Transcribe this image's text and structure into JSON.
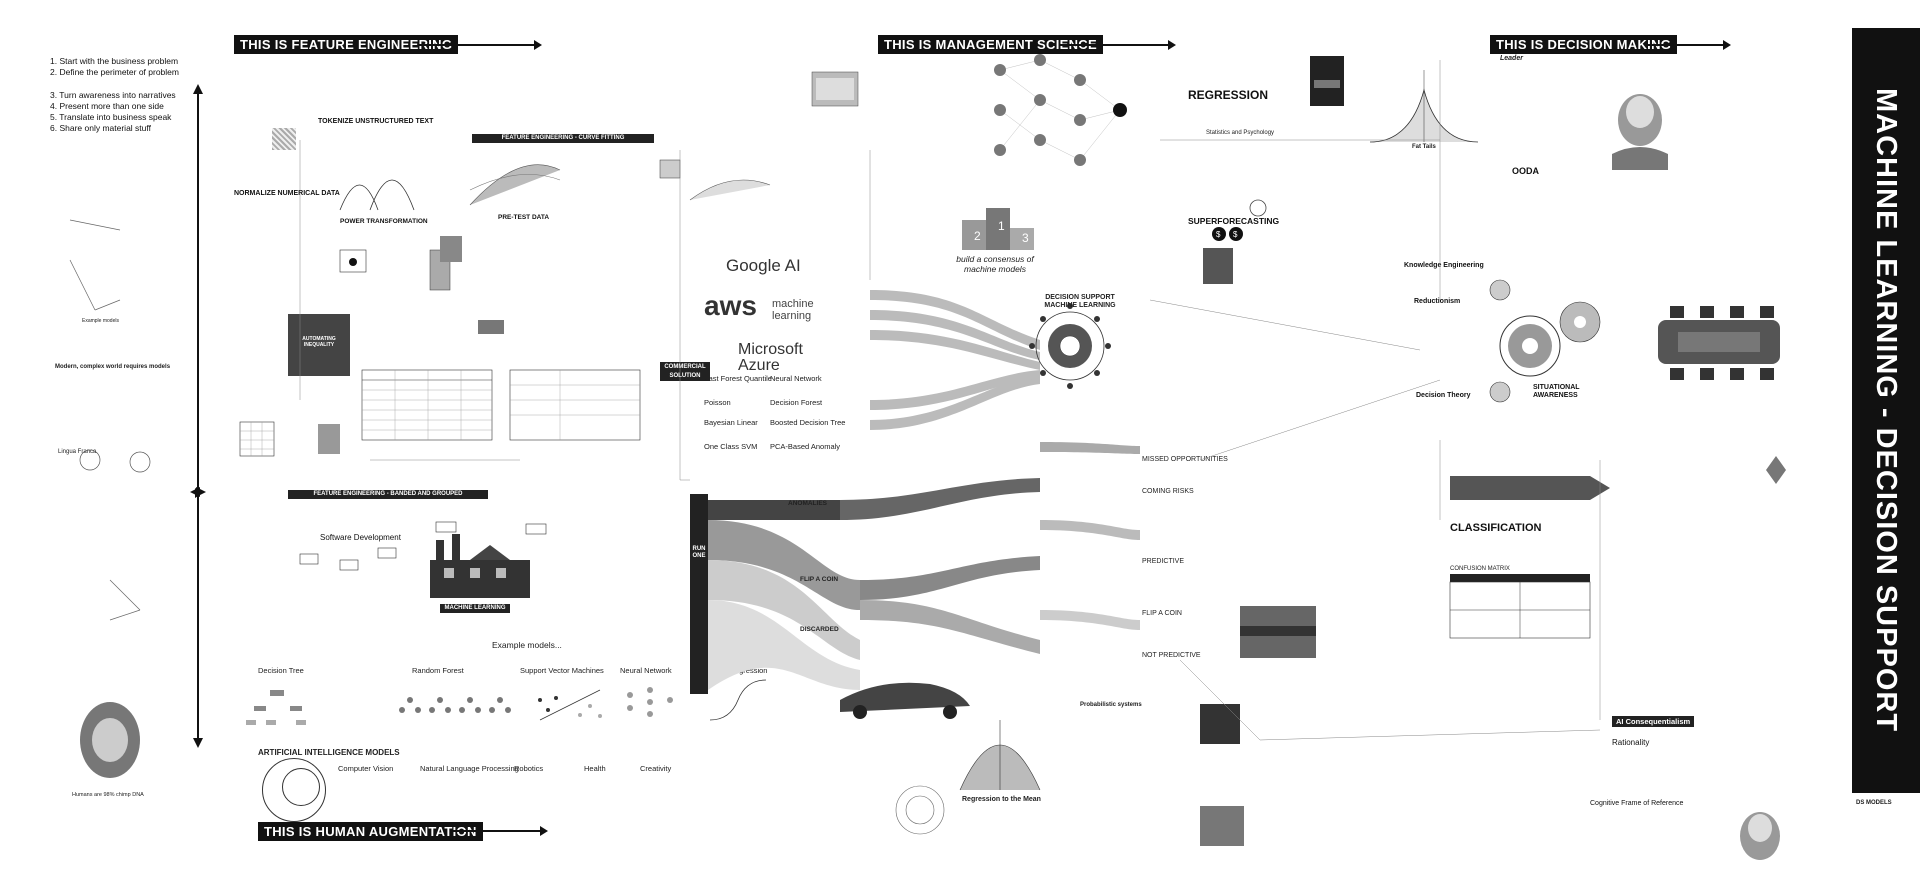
{
  "banners": {
    "feature_engineering": "THIS IS FEATURE ENGINEERING",
    "management_science": "THIS IS MANAGEMENT SCIENCE",
    "decision_making": "THIS IS DECISION MAKING",
    "human_augmentation": "THIS IS HUMAN AUGMENTATION"
  },
  "sidebar_title": "MACHINE LEARNING - DECISION SUPPORT",
  "steps": [
    "1. Start with the business problem",
    "2. Define the perimeter of problem",
    "3. Turn awareness into narratives",
    "4. Present more than one side",
    "5. Translate into business speak",
    "6. Share only material stuff"
  ],
  "feature_engineering": {
    "tokenize": "TOKENIZE UNSTRUCTURED TEXT",
    "normalize": "NORMALIZE NUMERICAL DATA",
    "power": "POWER TRANSFORMATION",
    "pretest": "PRE-TEST DATA",
    "curve_fitting": "FEATURE ENGINEERING - CURVE FITTING",
    "banded": "FEATURE ENGINEERING - BANDED AND GROUPED",
    "automating": "AUTOMATING INEQUALITY",
    "software_dev": "Software Development",
    "machine_learning": "MACHINE LEARNING",
    "example_models": "Example models..."
  },
  "management_science": {
    "consensus": "build a consensus of machine models",
    "google": "Google AI",
    "aws": "aws",
    "aws_sub": "machine learning",
    "azure": "Microsoft Azure",
    "commercial": "COMMERCIAL SOLUTION",
    "azure_models": [
      "Fast Forest Quantile",
      "Neural Network",
      "Poisson",
      "Decision Forest",
      "Bayesian Linear",
      "Boosted Decision Tree",
      "One Class SVM",
      "PCA-Based Anomaly"
    ],
    "decision_support": "DECISION SUPPORT MACHINE LEARNING",
    "run_one": "RUN ONE",
    "anomalies": "ANOMALIES",
    "flip_a_coin": "FLIP A COIN",
    "discarded": "DISCARDED",
    "missed": "MISSED OPPORTUNITIES",
    "coming_risks": "COMING RISKS",
    "predictive": "PREDICTIVE",
    "flip2": "FLIP A COIN",
    "not_predictive": "NOT PREDICTIVE"
  },
  "decision_making": {
    "leader": "Leader",
    "regression": "REGRESSION",
    "stats_psych": "Statistics and Psychology",
    "fat_tails": "Fat Tails",
    "ooda": "OODA",
    "superforecasting": "SUPERFORECASTING",
    "knowledge_eng": "Knowledge Engineering",
    "reductionism": "Reductionism",
    "decision_theory": "Decision Theory",
    "situational": "SITUATIONAL AWARENESS",
    "classification": "CLASSIFICATION",
    "confusion": "CONFUSION MATRIX",
    "ai_consequentialism": "AI Consequentialism",
    "rationality": "Rationality",
    "cognitive_frame": "Cognitive Frame of Reference",
    "ds_models": "DS MODELS"
  },
  "ai_models": {
    "title": "ARTIFICIAL INTELLIGENCE MODELS",
    "examples": [
      "Decision Tree",
      "Random Forest",
      "Support Vector Machines",
      "Neural Network",
      "Logistic Regression"
    ],
    "domains": [
      "Computer Vision",
      "Natural Language Processing",
      "Robotics",
      "Health",
      "Creativity"
    ],
    "regression_mean": "Regression to the Mean",
    "probabilistic": "Probabilistic systems"
  },
  "left_notes": {
    "modern_models": "Modern, complex world requires models",
    "lingua_franca": "Lingua Franca",
    "example_models": "Example models",
    "humans_chimp": "Humans are 98% chimp DNA"
  },
  "colors": {
    "ink": "#111111",
    "gray": "#888888",
    "light_gray": "#bdbdbd"
  }
}
